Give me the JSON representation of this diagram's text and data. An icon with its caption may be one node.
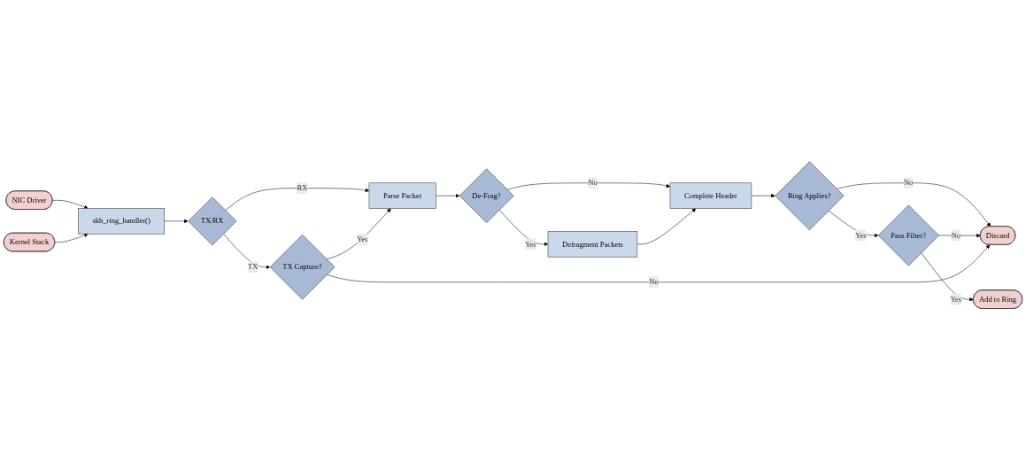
{
  "diagram": {
    "nodes": [
      {
        "text": [
          "NIC Driver"
        ]
      },
      {
        "text": [
          "skb_ring_handler()"
        ]
      },
      {
        "text": [
          "Kernel Stack"
        ]
      },
      {
        "text": [
          "TX/RX"
        ]
      },
      {
        "text": [
          "Parse Packet"
        ]
      },
      {
        "text": [
          "De-Frag?"
        ]
      },
      {
        "text": [
          "Complete Header"
        ]
      },
      {
        "text": [
          "Ring Applies?"
        ]
      },
      {
        "text": [
          "TX Capture?"
        ]
      },
      {
        "text": [
          "Defragment Packets"
        ]
      },
      {
        "text": [
          "Pass Filter?"
        ]
      },
      {
        "text": [
          "Discard"
        ]
      },
      {
        "text": [
          "Add to Ring"
        ]
      }
    ],
    "edges": [
      {
        "from": 0,
        "to": 1,
        "arrow": "to"
      },
      {
        "from": 2,
        "to": 1,
        "arrow": "to"
      },
      {
        "from": 1,
        "to": 3,
        "arrow": "to"
      },
      {
        "from": 3,
        "to": 4,
        "arrow": "to",
        "label": "RX"
      },
      {
        "from": 3,
        "to": 8,
        "arrow": "to",
        "label": "TX"
      },
      {
        "from": 8,
        "to": 4,
        "arrow": "to",
        "label": "Yes"
      },
      {
        "from": 4,
        "to": 5,
        "arrow": "to"
      },
      {
        "from": 5,
        "to": 6,
        "arrow": "to",
        "label": "No"
      },
      {
        "from": 5,
        "to": 9,
        "arrow": "to",
        "label": "Yes"
      },
      {
        "from": 9,
        "to": 6,
        "arrow": "to"
      },
      {
        "from": 6,
        "to": 7,
        "arrow": "to"
      },
      {
        "from": 7,
        "to": 10,
        "arrow": "to",
        "label": "Yes"
      },
      {
        "from": 7,
        "to": 11,
        "arrow": "to",
        "label": "No"
      },
      {
        "from": 10,
        "to": 11,
        "arrow": "to",
        "label": "No"
      },
      {
        "from": 10,
        "to": 12,
        "arrow": "to",
        "label": "Yes"
      },
      {
        "from": 8,
        "to": 11,
        "arrow": "to",
        "label": "No"
      }
    ]
  }
}
